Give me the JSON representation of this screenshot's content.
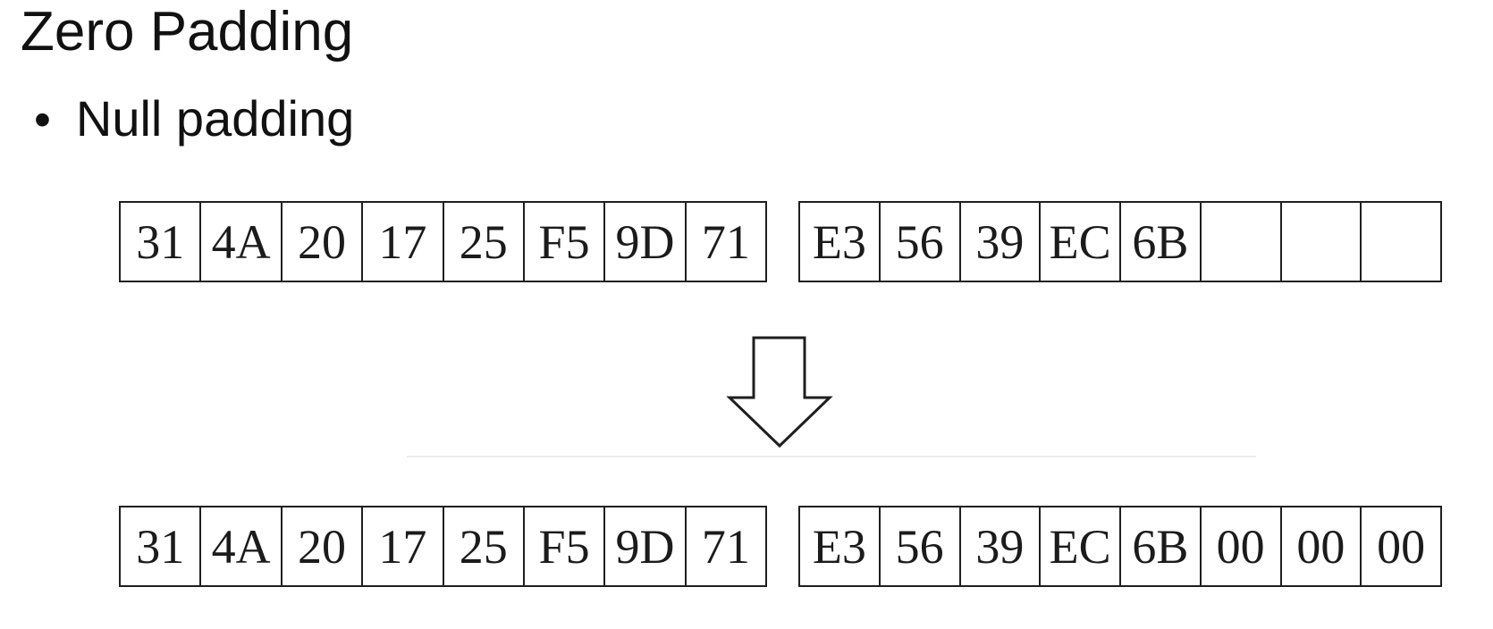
{
  "slide": {
    "title": "Zero Padding",
    "bullet_marker": "•",
    "bullet": "Null padding"
  },
  "colors": {
    "background": "#ffffff",
    "text": "#111111",
    "box_border": "#1f1f1f",
    "faint_divider": "#ececec"
  },
  "diagram": {
    "arrow_icon": "down-block-arrow",
    "before": {
      "left_block": [
        "31",
        "4A",
        "20",
        "17",
        "25",
        "F5",
        "9D",
        "71"
      ],
      "right_block": [
        "E3",
        "56",
        "39",
        "EC",
        "6B",
        "",
        "",
        ""
      ]
    },
    "after": {
      "left_block": [
        "31",
        "4A",
        "20",
        "17",
        "25",
        "F5",
        "9D",
        "71"
      ],
      "right_block": [
        "E3",
        "56",
        "39",
        "EC",
        "6B",
        "00",
        "00",
        "00"
      ]
    }
  }
}
